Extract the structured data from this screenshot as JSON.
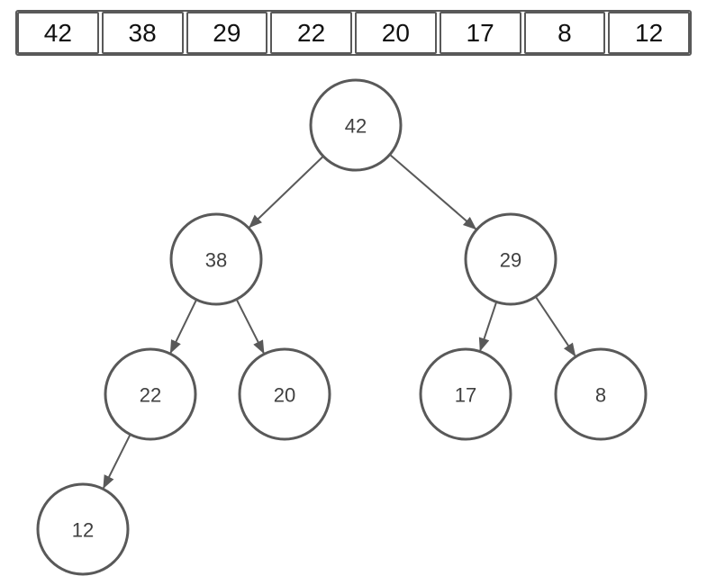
{
  "colors": {
    "stroke": "#595959",
    "node_text": "#404040",
    "array_text": "#111111",
    "background": "#ffffff"
  },
  "array": {
    "values": [
      "42",
      "38",
      "29",
      "22",
      "20",
      "17",
      "8",
      "12"
    ]
  },
  "tree": {
    "nodes": [
      {
        "id": "42",
        "value": "42"
      },
      {
        "id": "38",
        "value": "38"
      },
      {
        "id": "29",
        "value": "29"
      },
      {
        "id": "22",
        "value": "22"
      },
      {
        "id": "20",
        "value": "20"
      },
      {
        "id": "17",
        "value": "17"
      },
      {
        "id": "8",
        "value": "8"
      },
      {
        "id": "12",
        "value": "12"
      }
    ],
    "edges": [
      {
        "from": "42",
        "to": "38"
      },
      {
        "from": "42",
        "to": "29"
      },
      {
        "from": "38",
        "to": "22"
      },
      {
        "from": "38",
        "to": "20"
      },
      {
        "from": "29",
        "to": "17"
      },
      {
        "from": "29",
        "to": "8"
      },
      {
        "from": "22",
        "to": "12"
      }
    ]
  }
}
